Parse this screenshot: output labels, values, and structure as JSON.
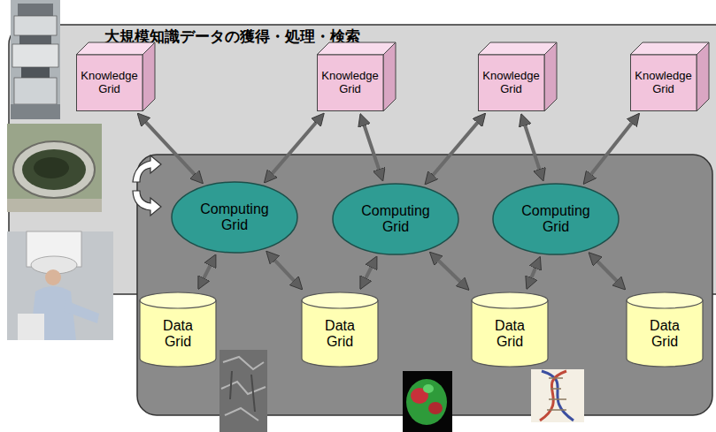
{
  "diagram": {
    "nodes": [
      {
        "text": [
          "大規模知識データの獲得・処理・検索"
        ]
      },
      {
        "text": [
          "Knowledge Grid"
        ],
        "in": 0
      },
      {
        "text": [
          "Knowledge Grid"
        ],
        "in": 0
      },
      {
        "text": [
          "Knowledge Grid"
        ],
        "in": 0
      },
      {
        "text": [
          "Knowledge Grid"
        ],
        "in": 0
      },
      {
        "text": [
          "Computing Grid"
        ]
      },
      {
        "text": [
          "Computing Grid"
        ]
      },
      {
        "text": [
          "Computing Grid"
        ]
      },
      {
        "text": [
          "Data Grid"
        ]
      },
      {
        "text": [
          "Data Grid"
        ]
      },
      {
        "text": [
          "Data Grid"
        ]
      },
      {
        "text": [
          "Data Grid"
        ]
      }
    ],
    "edges": [
      {
        "from": 1,
        "to": 5,
        "arrow": "both"
      },
      {
        "from": 2,
        "to": 5,
        "arrow": "both"
      },
      {
        "from": 2,
        "to": 6,
        "arrow": "both"
      },
      {
        "from": 3,
        "to": 6,
        "arrow": "both"
      },
      {
        "from": 3,
        "to": 7,
        "arrow": "both"
      },
      {
        "from": 4,
        "to": 7,
        "arrow": "both"
      },
      {
        "from": 5,
        "to": 8,
        "arrow": "both"
      },
      {
        "from": 5,
        "to": 9,
        "arrow": "both"
      },
      {
        "from": 6,
        "to": 9,
        "arrow": "both"
      },
      {
        "from": 6,
        "to": 10,
        "arrow": "both"
      },
      {
        "from": 7,
        "to": 10,
        "arrow": "both"
      },
      {
        "from": 7,
        "to": 11,
        "arrow": "both"
      }
    ]
  }
}
